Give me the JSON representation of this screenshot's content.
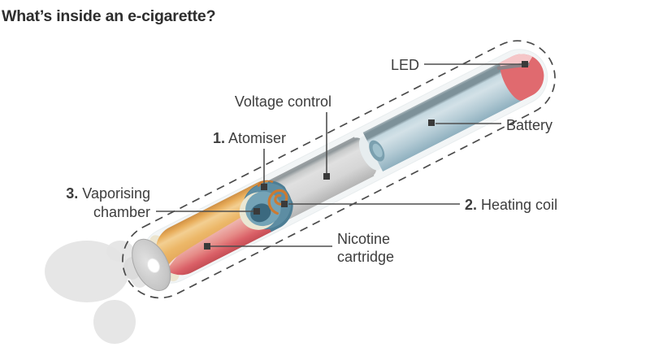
{
  "title": "What’s inside an e-cigarette?",
  "labels": {
    "led": {
      "text": "LED"
    },
    "battery": {
      "text": "Battery"
    },
    "voltage_control": {
      "text": "Voltage control"
    },
    "atomiser": {
      "num": "1.",
      "text": " Atomiser"
    },
    "heating_coil": {
      "num": "2.",
      "text": " Heating coil"
    },
    "vaporising_chamber": {
      "num": "3.",
      "text": " Vaporising",
      "line2": "chamber"
    },
    "nicotine_cartridge": {
      "line1": "Nicotine",
      "line2": "cartridge"
    }
  },
  "colors": {
    "title_text": "#2d2d2d",
    "label_text": "#3d3d3d",
    "leader_line": "#4f4f4f",
    "marker": "#3a3a3a",
    "dashed_outline": "#4b4b4b",
    "battery_blue": "#b4cbd5",
    "battery_dark_edge": "#7d9199",
    "led_red": "#e06a6f",
    "led_highlight": "#f5c6c8",
    "atomiser_orange": "#e9b161",
    "cartridge_pink": "#eaa6a1",
    "cartridge_red": "#d8595f",
    "chamber_blue": "#5d8da3",
    "chamber_band": "#4d7e95",
    "chamber_dark": "#3b697f",
    "chamber_pale": "#eae7d3",
    "coil_orange": "#cc7a31",
    "voltage_gray": "#d9d9d9",
    "vapor_gray": "#e3e3e3",
    "casing_white": "#eff3f4",
    "mouthpiece_gray": "#c2c2c2"
  }
}
